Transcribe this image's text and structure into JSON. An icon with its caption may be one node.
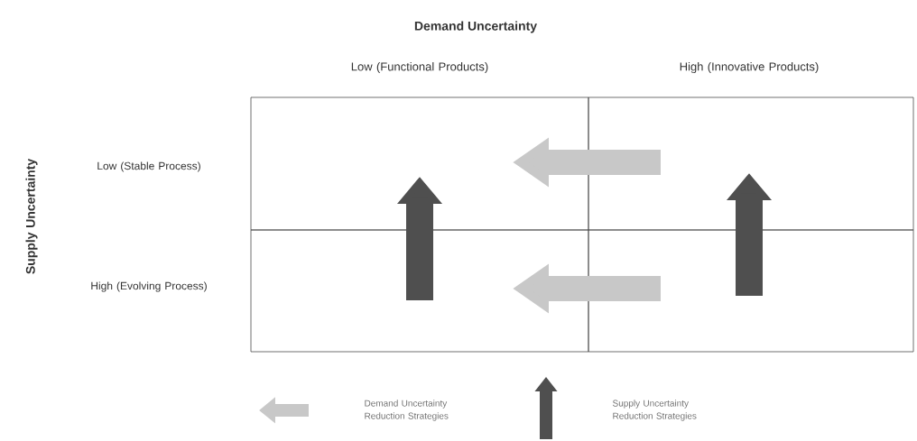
{
  "diagram": {
    "title": "Demand Uncertainty",
    "nodes": [
      {
        "text": [],
        "shape": "box"
      },
      {
        "text": [],
        "shape": "box"
      },
      {
        "text": [],
        "shape": "box"
      },
      {
        "text": [],
        "shape": "box"
      }
    ],
    "edges": [
      {
        "from": 1,
        "to": 0,
        "arrow": "to",
        "color": "#c8c8c8"
      },
      {
        "from": 2,
        "to": 0,
        "arrow": "to",
        "color": "#4f4f4f"
      },
      {
        "from": 3,
        "to": 2,
        "arrow": "to",
        "color": "#c8c8c8"
      },
      {
        "from": 3,
        "to": 1,
        "arrow": "to",
        "color": "#4f4f4f"
      }
    ],
    "labels": [
      "Low (Functional Products)",
      "High (Innovative Products)",
      "Supply Uncertainty",
      "Low (Stable Process)",
      "High (Evolving Process)"
    ],
    "legend": [
      {
        "text": "Demand Uncertainty Reduction Strategies"
      },
      {
        "text": "Supply Uncertainty Reduction Strategies"
      }
    ]
  }
}
